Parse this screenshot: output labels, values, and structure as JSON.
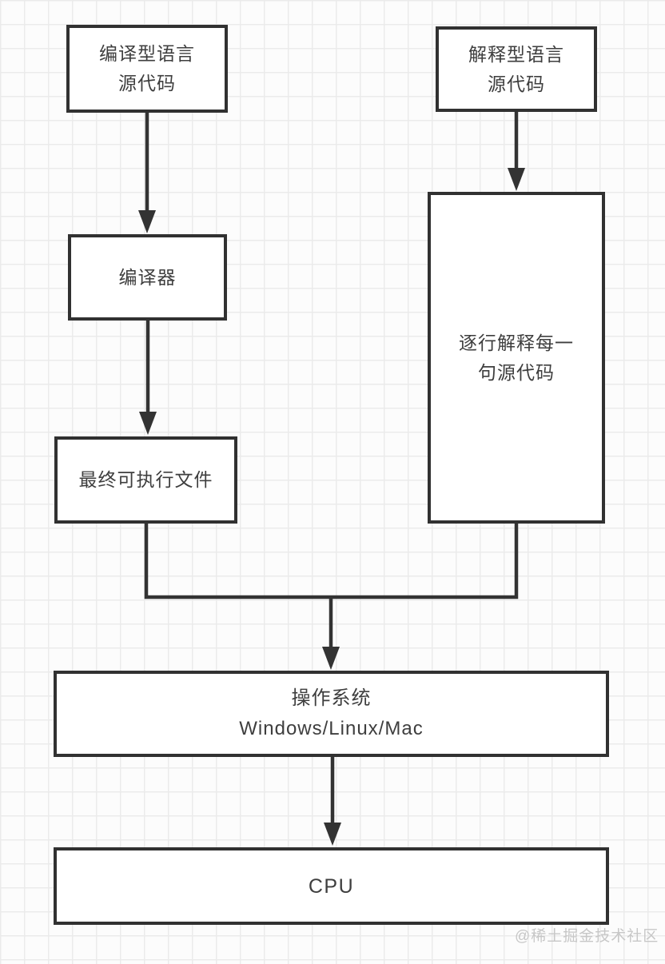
{
  "diagram": {
    "description": "Flowchart comparing compiled-language and interpreted-language execution paths down to OS and CPU",
    "nodes": {
      "compiled_source": {
        "line1": "编译型语言",
        "line2": "源代码"
      },
      "interpreted_source": {
        "line1": "解释型语言",
        "line2": "源代码"
      },
      "compiler": {
        "line1": "编译器"
      },
      "executable": {
        "line1": "最终可执行文件"
      },
      "interpret_each_line": {
        "line1": "逐行解释每一",
        "line2": "句源代码"
      },
      "os": {
        "line1": "操作系统",
        "line2": "Windows/Linux/Mac"
      },
      "cpu": {
        "line1": "CPU"
      }
    },
    "edges": [
      {
        "from": "compiled_source",
        "to": "compiler"
      },
      {
        "from": "interpreted_source",
        "to": "interpret_each_line"
      },
      {
        "from": "compiler",
        "to": "executable"
      },
      {
        "from": "executable",
        "to": "os",
        "via": "merge-junction"
      },
      {
        "from": "interpret_each_line",
        "to": "os",
        "via": "merge-junction"
      },
      {
        "from": "os",
        "to": "cpu"
      }
    ],
    "colors": {
      "background": "#fcfcfc",
      "grid_line": "#ebebeb",
      "box_border": "#313131",
      "box_fill": "#ffffff",
      "text": "#3e3e3e",
      "arrow": "#333333",
      "watermark": "#c7c7c7"
    },
    "watermark": "@稀土掘金技术社区"
  }
}
